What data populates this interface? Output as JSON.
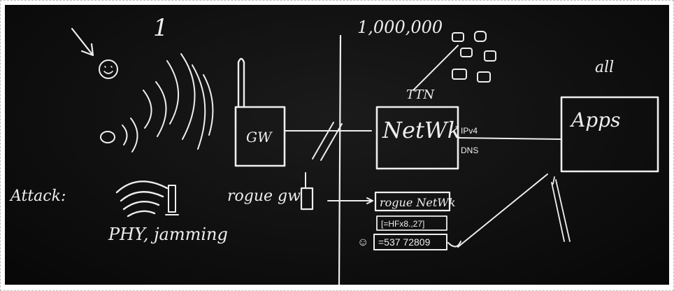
{
  "board": {
    "one": "1",
    "million": "1,000,000",
    "all": "all",
    "ttn": "TTN",
    "gw": "GW",
    "netwk": "NetWk",
    "ipv4": "IPv4",
    "dns": "DNS",
    "apps": "Apps",
    "attack": "Attack:",
    "phy_jamming": "PHY, jamming",
    "rogue_gw": "rogue gw",
    "rogue_netwk": "rogue NetWk",
    "frame1": "[=HFx8.,27]",
    "frame2": "=537 72809",
    "smiley": "☺"
  },
  "colors": {
    "chalk": "#eeeeee",
    "board": "#111111"
  }
}
